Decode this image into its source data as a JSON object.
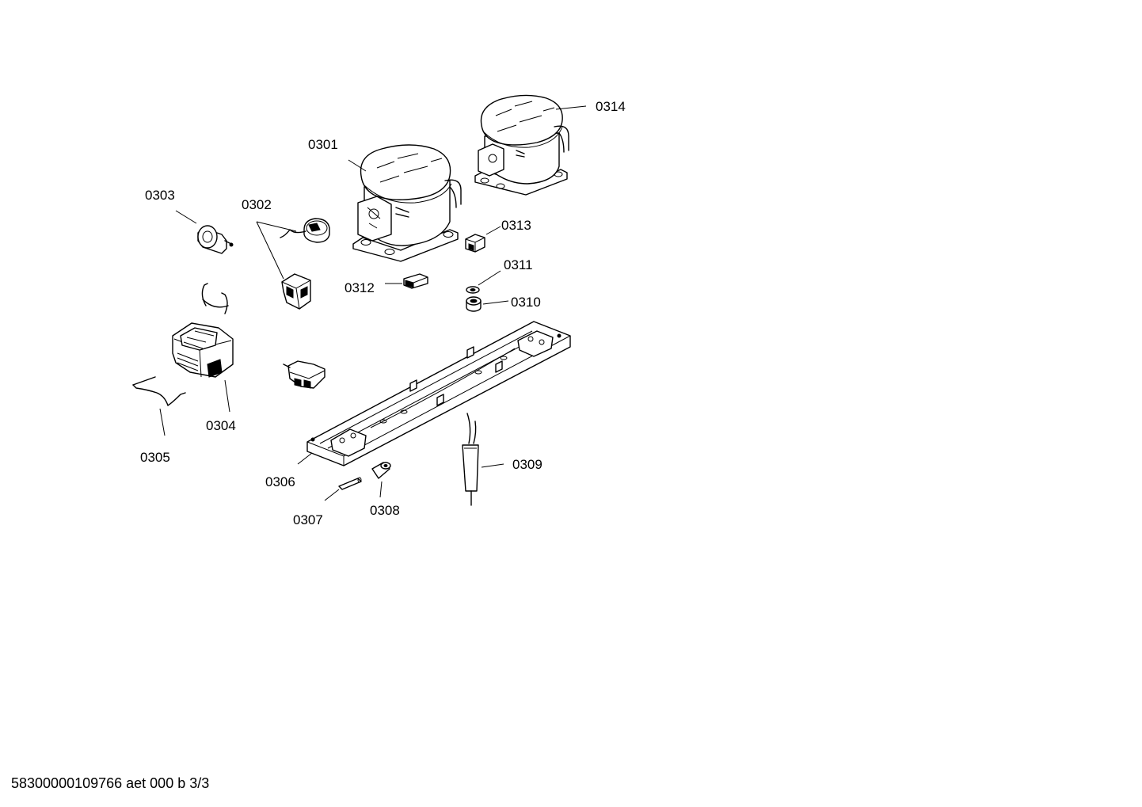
{
  "diagram": {
    "labels": {
      "p0301": "0301",
      "p0302": "0302",
      "p0303": "0303",
      "p0304": "0304",
      "p0305": "0305",
      "p0306": "0306",
      "p0307": "0307",
      "p0308": "0308",
      "p0309": "0309",
      "p0310": "0310",
      "p0311": "0311",
      "p0312": "0312",
      "p0313": "0313",
      "p0314": "0314"
    }
  },
  "footer": {
    "doc_code": "58300000109766 aet 000 b 3/3"
  }
}
